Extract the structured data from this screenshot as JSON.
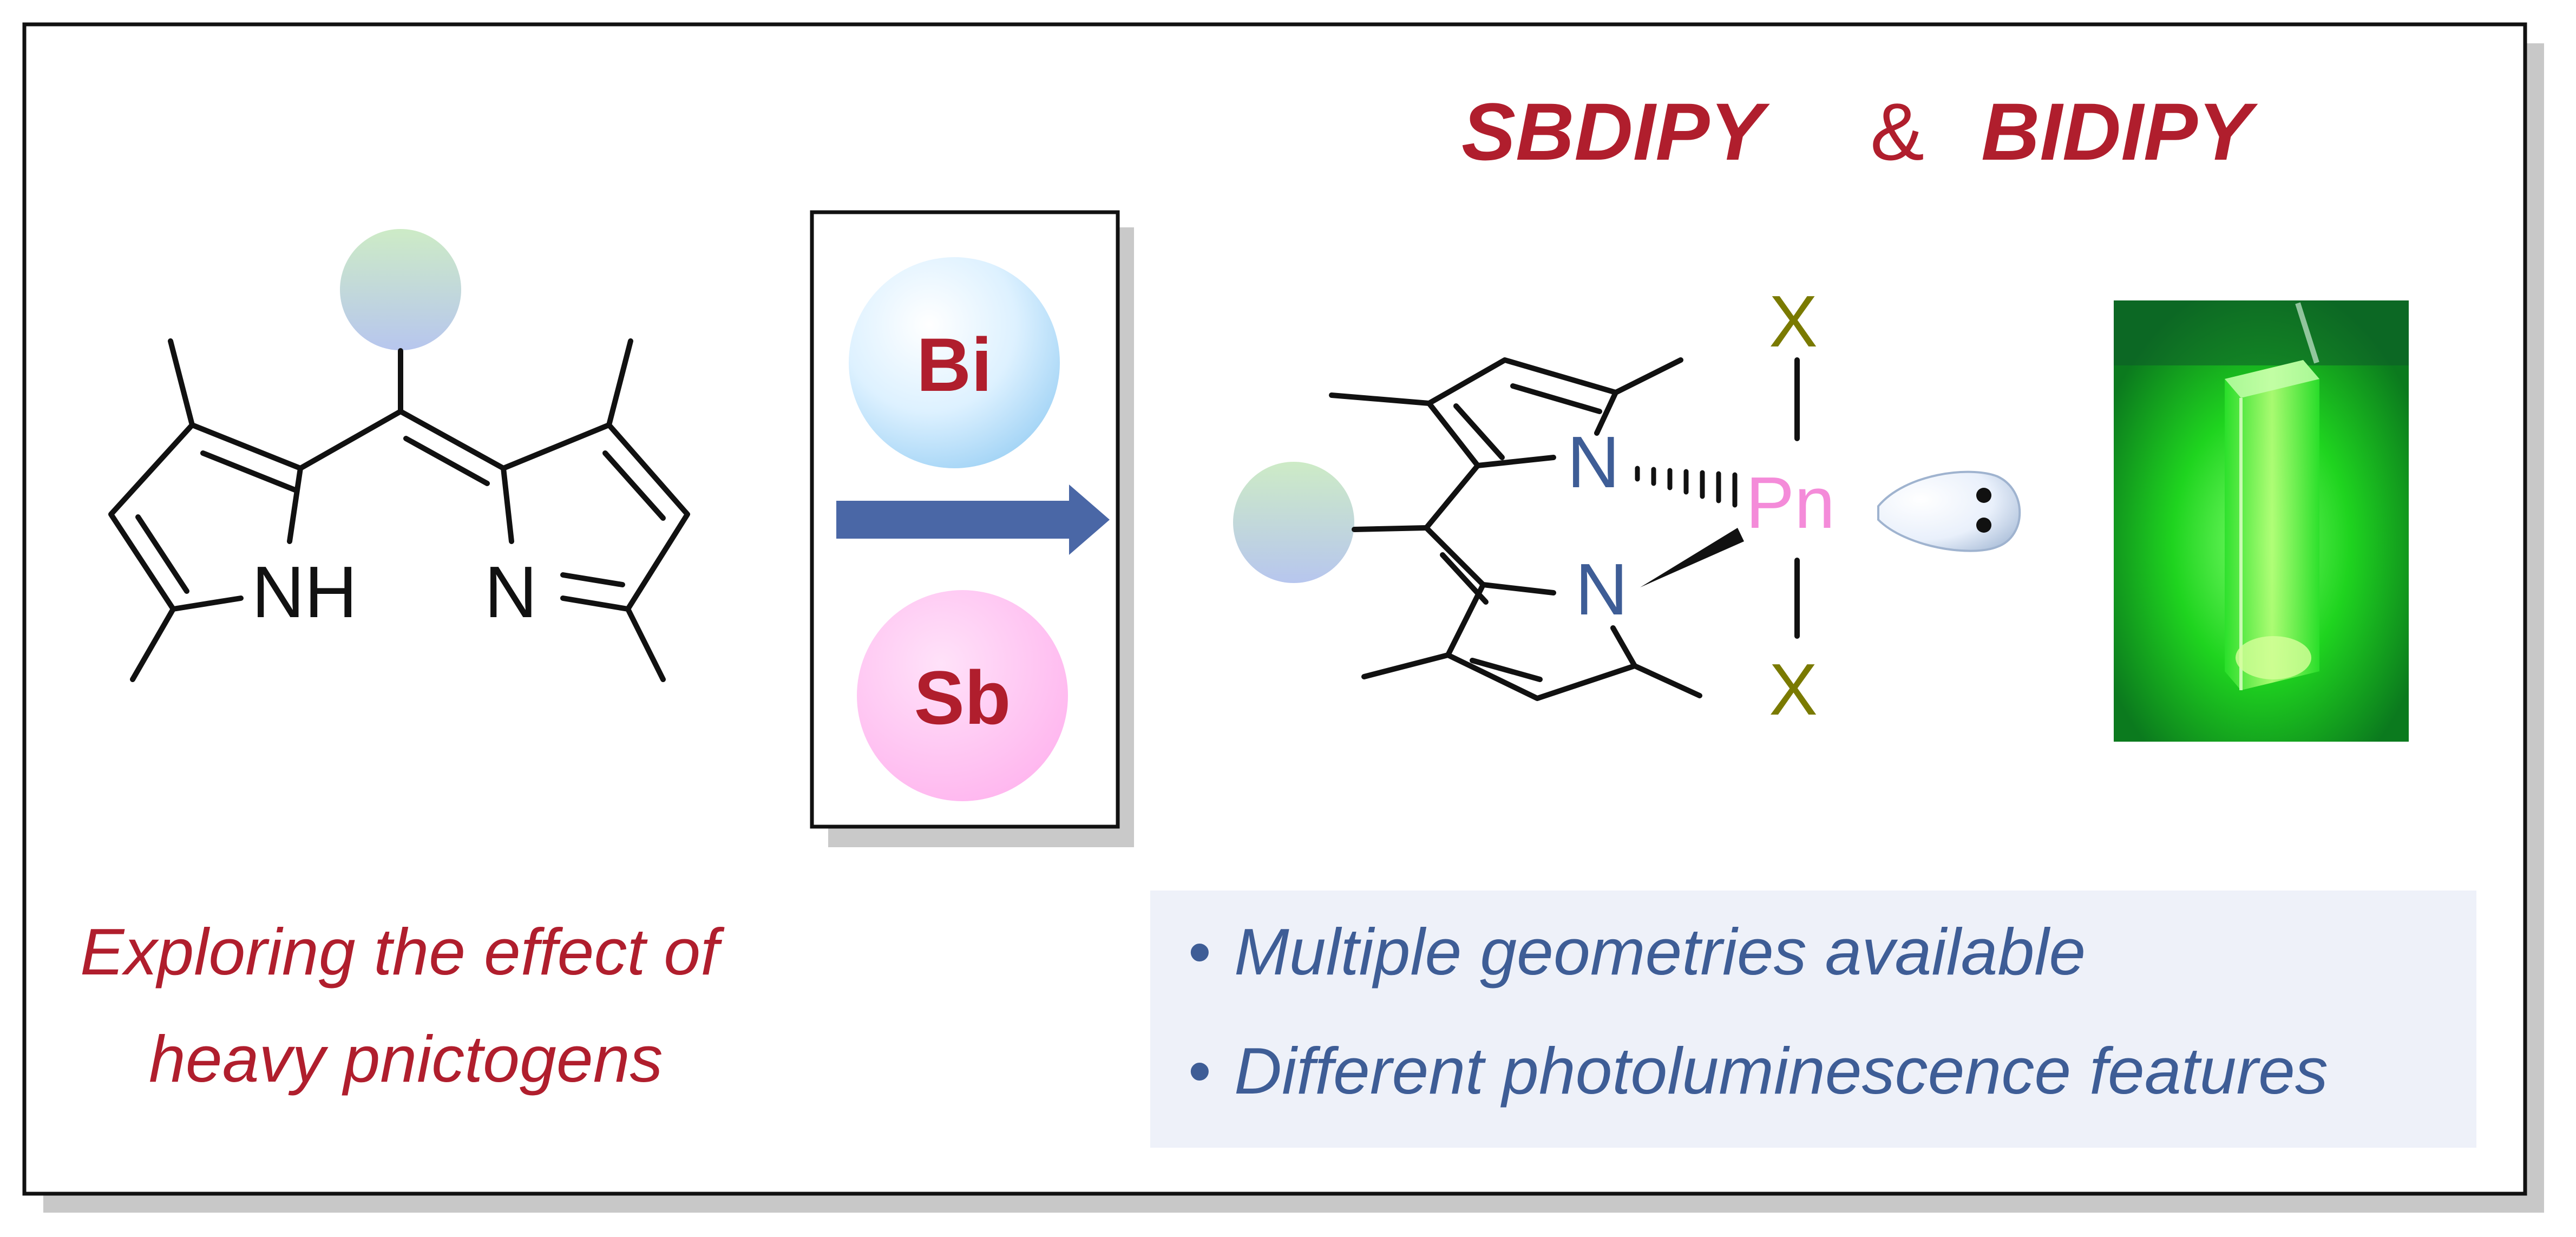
{
  "title": {
    "left": "SBDIPY",
    "amp": "&",
    "right": "BIDIPY",
    "color": "#B01E2D"
  },
  "reagents": {
    "top": "Bi",
    "bottom": "Sb",
    "label_color": "#B01E2D",
    "arrow_color": "#4A67A6"
  },
  "left_molecule": {
    "atom_nh": "NH",
    "atom_n": "N"
  },
  "right_molecule": {
    "atom_n_top": "N",
    "atom_n_bottom": "N",
    "center": "Pn",
    "ligand_top": "X",
    "ligand_bottom": "X",
    "n_color": "#3E5D96",
    "pn_color": "#F48BD9",
    "x_color": "#7A7A00"
  },
  "caption_left": {
    "line1": "Exploring the effect of",
    "line2": "heavy pnictogens",
    "color": "#B01E2D"
  },
  "features": {
    "items": [
      "Multiple geometries available",
      "Different photoluminescence features"
    ],
    "bullet": "•",
    "color": "#3E5D96",
    "panel_color": "#EEF1F9"
  },
  "photo": {
    "glow_color": "#22FF22"
  }
}
